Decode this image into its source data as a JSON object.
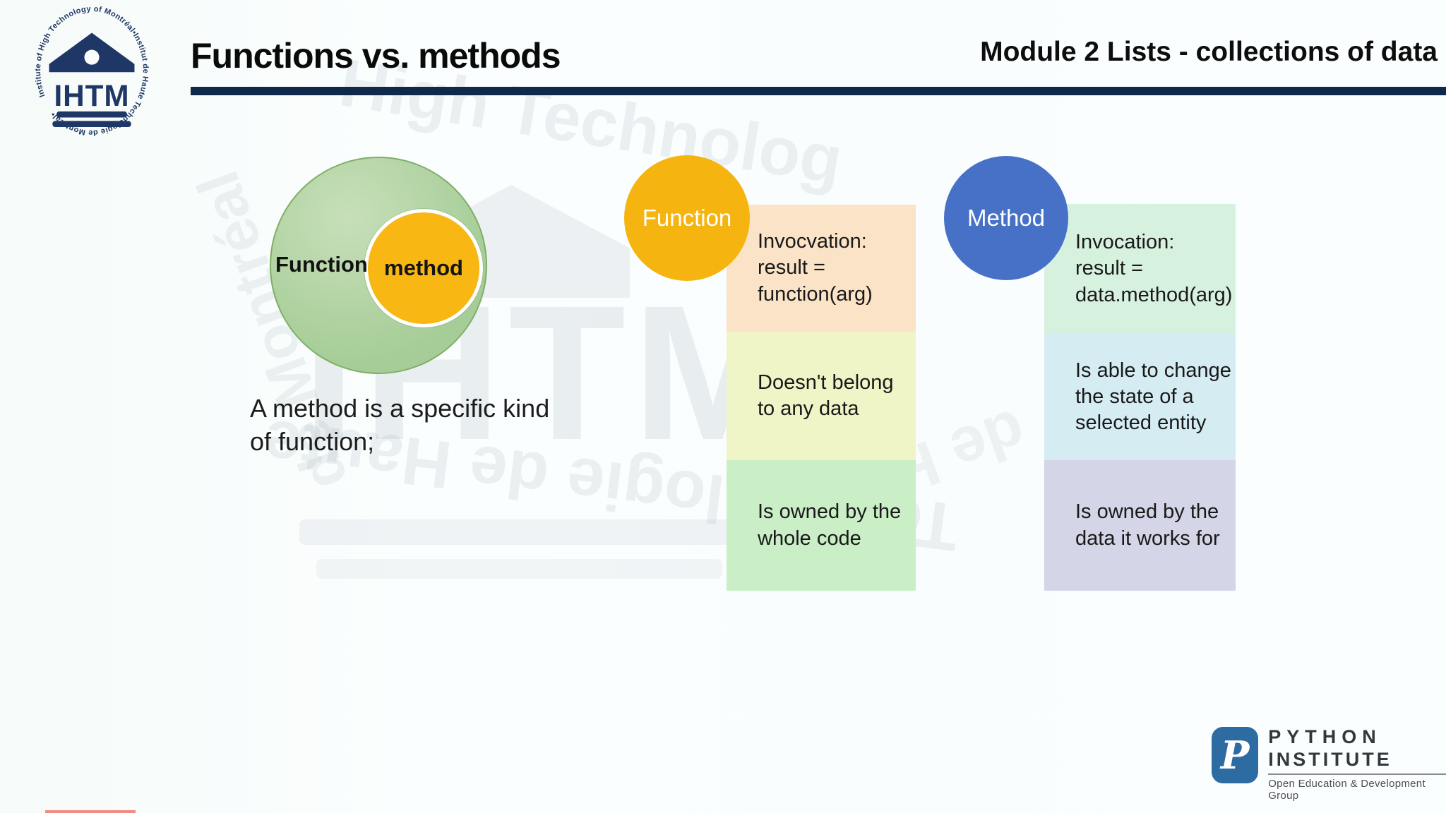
{
  "header": {
    "title": "Functions vs. methods",
    "module": "Module 2 Lists - collections of data",
    "seal": {
      "ring_text": "Institute of High Technology of Montréal•Institut de Haute Technologie de Montréal•",
      "acronym": "IHTM",
      "navy": "#1e3766"
    },
    "rule_color": "#10294b"
  },
  "venn": {
    "outer_label": "Function",
    "inner_label": "method",
    "caption": "A method is a specific kind\nof function;",
    "outer_color": "#a9cf9c",
    "inner_color": "#f8b713"
  },
  "columns": [
    {
      "name": "Function",
      "circle_color": "#f5b40f",
      "rows": [
        {
          "text": "Invocvation:\nresult =\nfunction(arg)",
          "bg": "#fbe3c7"
        },
        {
          "text": "Doesn't belong\nto any data",
          "bg": "#eff5c6"
        },
        {
          "text": "Is owned by the\nwhole code",
          "bg": "#caefc7"
        }
      ]
    },
    {
      "name": "Method",
      "circle_color": "#4671c6",
      "rows": [
        {
          "text": "Invocation:\nresult =\ndata.method(arg)",
          "bg": "#d7f1df"
        },
        {
          "text": "Is able to change\nthe state of a\nselected entity",
          "bg": "#d5edf2"
        },
        {
          "text": "Is owned by the\ndata it works for",
          "bg": "#d4d5e6"
        }
      ]
    }
  ],
  "watermark": {
    "top_text": "High Technolog",
    "acronym": "IHTM",
    "bottom_text": "Technologie de Haute",
    "left_text": "de Montréal",
    "right_text": "de Haute"
  },
  "footer_logo": {
    "initial": "P",
    "line1": "PYTHON",
    "line2": "INSTITUTE",
    "tagline": "Open Education & Development Group",
    "brand_color": "#2d6ba3"
  }
}
